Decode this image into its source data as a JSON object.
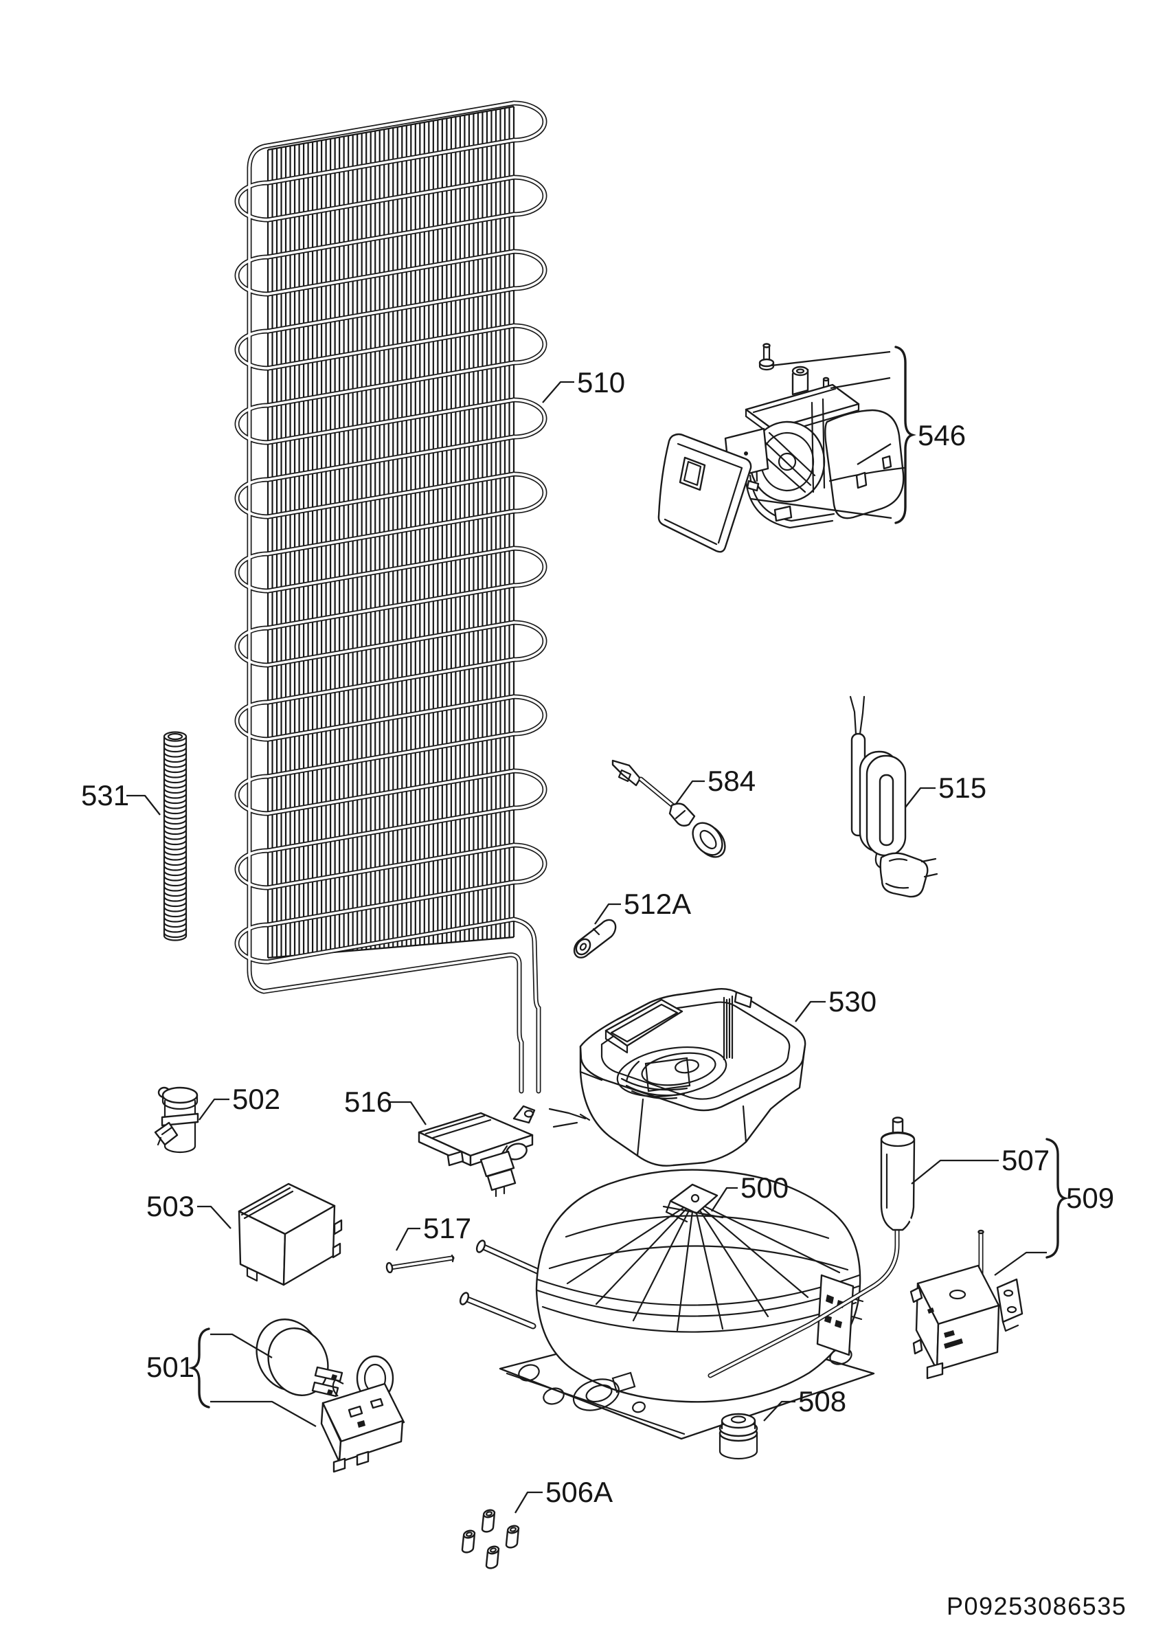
{
  "document": {
    "type": "exploded parts diagram",
    "background": "#ffffff",
    "line_color": "#1a1a1a",
    "part_code": "P09253086535"
  },
  "callouts": {
    "c510": {
      "text": "510"
    },
    "c546": {
      "text": "546"
    },
    "c531": {
      "text": "531"
    },
    "c584": {
      "text": "584"
    },
    "c515": {
      "text": "515"
    },
    "c512A": {
      "text": "512A"
    },
    "c530": {
      "text": "530"
    },
    "c502": {
      "text": "502"
    },
    "c516": {
      "text": "516"
    },
    "c503": {
      "text": "503"
    },
    "c517": {
      "text": "517"
    },
    "c500": {
      "text": "500"
    },
    "c507": {
      "text": "507"
    },
    "c509": {
      "text": "509"
    },
    "c501": {
      "text": "501"
    },
    "c508": {
      "text": "508"
    },
    "c506A": {
      "text": "506A"
    }
  }
}
